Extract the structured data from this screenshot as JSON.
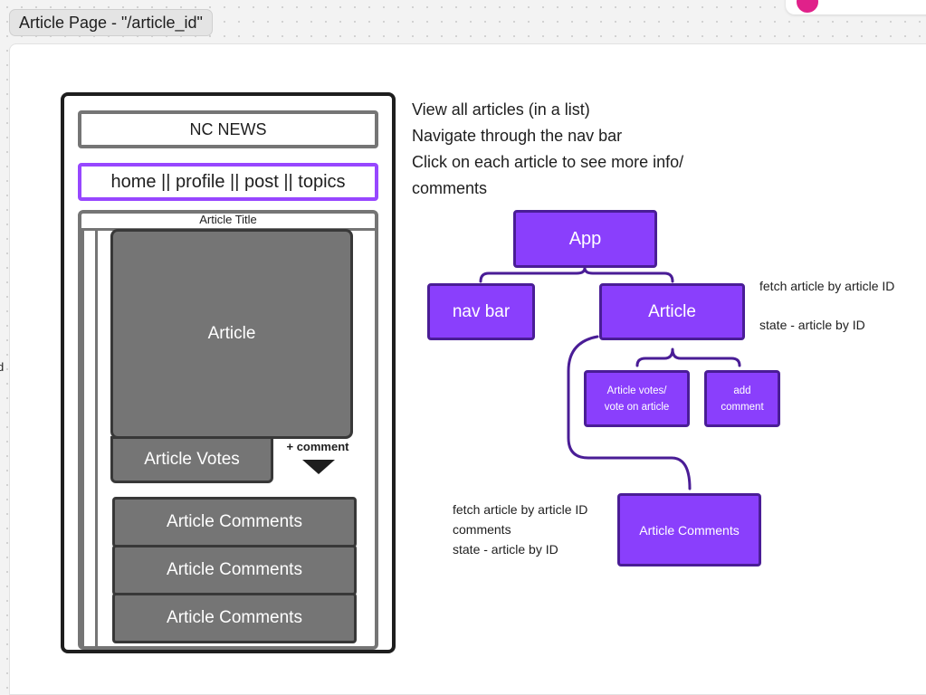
{
  "frame": {
    "label": "Article Page - \"/article_id\""
  },
  "edge_text": "d",
  "wireframe": {
    "header": "NC NEWS",
    "nav": "home || profile || post || topics",
    "article_title": "Article Title",
    "article": "Article",
    "votes": "Article Votes",
    "add_comment": "+ comment",
    "comments": [
      "Article Comments",
      "Article Comments",
      "Article Comments"
    ]
  },
  "notes": [
    "View all articles (in a list)",
    "Navigate through the nav bar",
    "Click on each article to see more info/",
    "comments"
  ],
  "tree": {
    "app": "App",
    "navbar": "nav bar",
    "article": "Article",
    "votes_line1": "Article votes/",
    "votes_line2": "vote on article",
    "add_line1": "add",
    "add_line2": "comment",
    "comments": "Article Comments"
  },
  "article_notes": {
    "fetch": "fetch article by article ID",
    "state": "state - article by ID"
  },
  "comments_notes": [
    "fetch article by article ID",
    "comments",
    "state - article by ID"
  ],
  "colors": {
    "accent": "#8a3ffc",
    "accent_border": "#4a1d96",
    "wire_gray": "#757575",
    "pill_dot": "#e0218a"
  }
}
